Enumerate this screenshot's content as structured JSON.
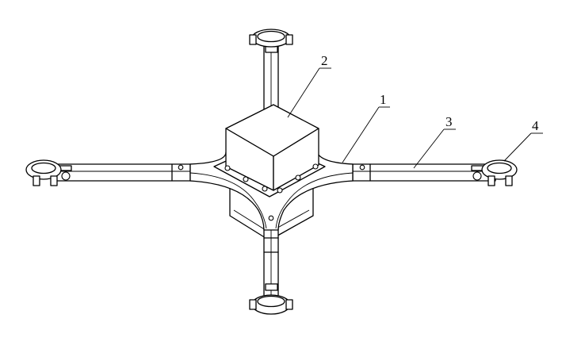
{
  "labels": {
    "frame": "1",
    "box": "2",
    "arm": "3",
    "clamp": "4"
  },
  "colors": {
    "stroke": "#000000",
    "background": "#ffffff"
  }
}
